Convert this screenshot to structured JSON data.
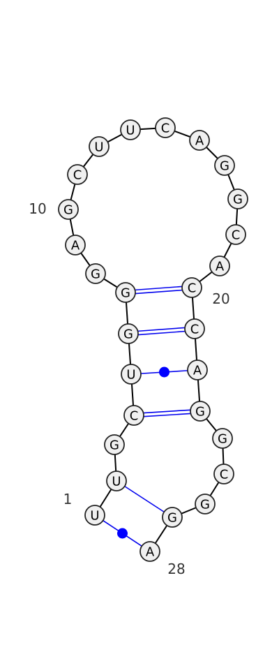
{
  "nucleotides": [
    {
      "index": 1,
      "base": "U"
    },
    {
      "index": 2,
      "base": "U"
    },
    {
      "index": 3,
      "base": "G"
    },
    {
      "index": 4,
      "base": "C"
    },
    {
      "index": 5,
      "base": "U"
    },
    {
      "index": 6,
      "base": "G"
    },
    {
      "index": 7,
      "base": "G"
    },
    {
      "index": 8,
      "base": "G"
    },
    {
      "index": 9,
      "base": "A"
    },
    {
      "index": 10,
      "base": "G"
    },
    {
      "index": 11,
      "base": "C"
    },
    {
      "index": 12,
      "base": "U"
    },
    {
      "index": 13,
      "base": "U"
    },
    {
      "index": 14,
      "base": "C"
    },
    {
      "index": 15,
      "base": "A"
    },
    {
      "index": 16,
      "base": "G"
    },
    {
      "index": 17,
      "base": "G"
    },
    {
      "index": 18,
      "base": "C"
    },
    {
      "index": 19,
      "base": "A"
    },
    {
      "index": 20,
      "base": "C"
    },
    {
      "index": 21,
      "base": "C"
    },
    {
      "index": 22,
      "base": "A"
    },
    {
      "index": 23,
      "base": "G"
    },
    {
      "index": 24,
      "base": "G"
    },
    {
      "index": 25,
      "base": "C"
    },
    {
      "index": 26,
      "base": "G"
    },
    {
      "index": 27,
      "base": "G"
    },
    {
      "index": 28,
      "base": "A"
    }
  ],
  "pairs": [
    {
      "i": 1,
      "j": 28,
      "type": "wobble"
    },
    {
      "i": 2,
      "j": 27,
      "type": "single"
    },
    {
      "i": 4,
      "j": 23,
      "type": "canonical"
    },
    {
      "i": 5,
      "j": 22,
      "type": "wobble"
    },
    {
      "i": 6,
      "j": 21,
      "type": "canonical"
    },
    {
      "i": 7,
      "j": 20,
      "type": "canonical"
    }
  ],
  "index_labels": [
    {
      "index": 1,
      "text": "1"
    },
    {
      "index": 10,
      "text": "10"
    },
    {
      "index": 20,
      "text": "20"
    },
    {
      "index": 28,
      "text": "28"
    }
  ],
  "colors": {
    "pair_line": "#0000ee",
    "wobble_dot": "#0000ff",
    "node_fill": "#f0f0f0",
    "backbone": "#000000"
  }
}
